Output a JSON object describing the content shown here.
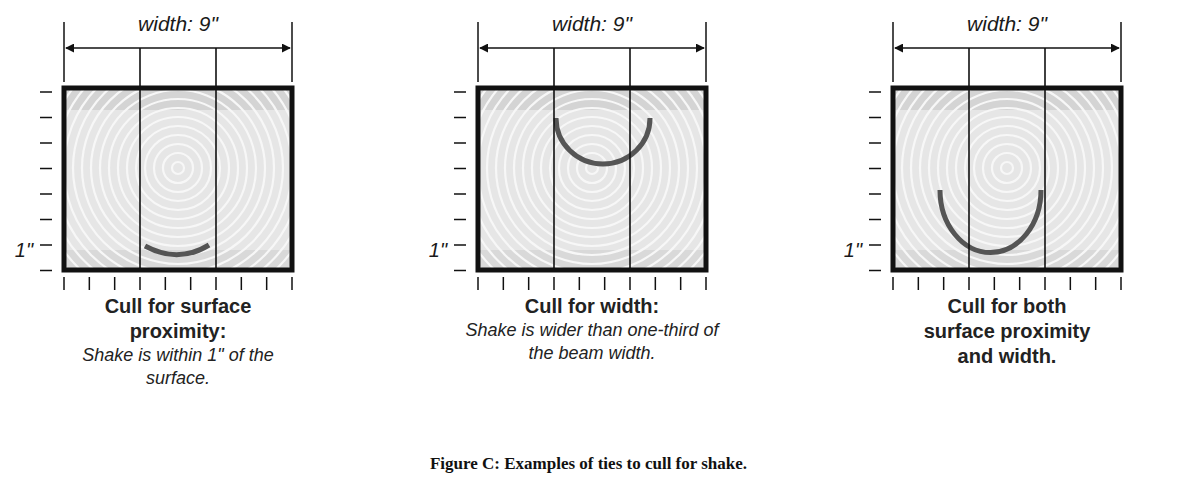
{
  "diagram": {
    "caption": "Figure C: Examples of ties to cull for shake.",
    "labels": [
      "width: 9\"",
      "1\"",
      "Cull for surface proximity:",
      "Shake is within 1\" of the surface.",
      "width: 9\"",
      "1\"",
      "Cull for width:",
      "Shake is wider than one-third of the beam width.",
      "width: 9\"",
      "1\"",
      "Cull for both surface proximity and width."
    ]
  }
}
